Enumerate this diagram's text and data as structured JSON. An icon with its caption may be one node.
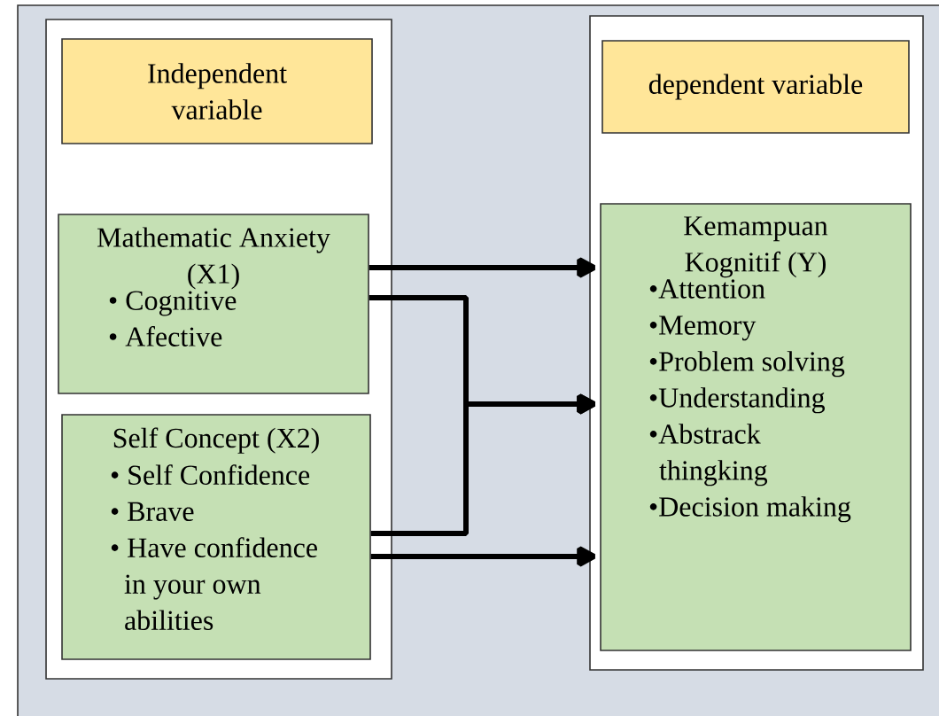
{
  "diagram": {
    "nodes": [
      {
        "text": [],
        "shape": "box"
      },
      {
        "text": [
          "Independent variable"
        ],
        "in": 0
      },
      {
        "text": [
          "Mathematic Anxiety (X1)",
          "• Cognitive",
          "• Afective"
        ],
        "in": 0
      },
      {
        "text": [
          "Self Concept (X2)",
          "• Self Confidence",
          "• Brave",
          "• Have confidence in your own abilities"
        ],
        "in": 0
      },
      {
        "text": [],
        "shape": "box"
      },
      {
        "text": [
          "dependent variable"
        ],
        "in": 4
      },
      {
        "text": [
          "Kemampuan Kognitif (Y)",
          "•Attention",
          "•Memory",
          "•Problem solving",
          "•Understanding",
          "•Abstrack thingking",
          "•Decision making"
        ],
        "in": 4
      }
    ],
    "edges": [
      {
        "from": 2,
        "to": 6,
        "arrow": "to"
      },
      {
        "from": 2,
        "to": 6,
        "arrow": "to"
      },
      {
        "from": 3,
        "to": 6,
        "arrow": "to"
      },
      {
        "from": 3,
        "to": 6,
        "arrow": "to"
      }
    ]
  }
}
